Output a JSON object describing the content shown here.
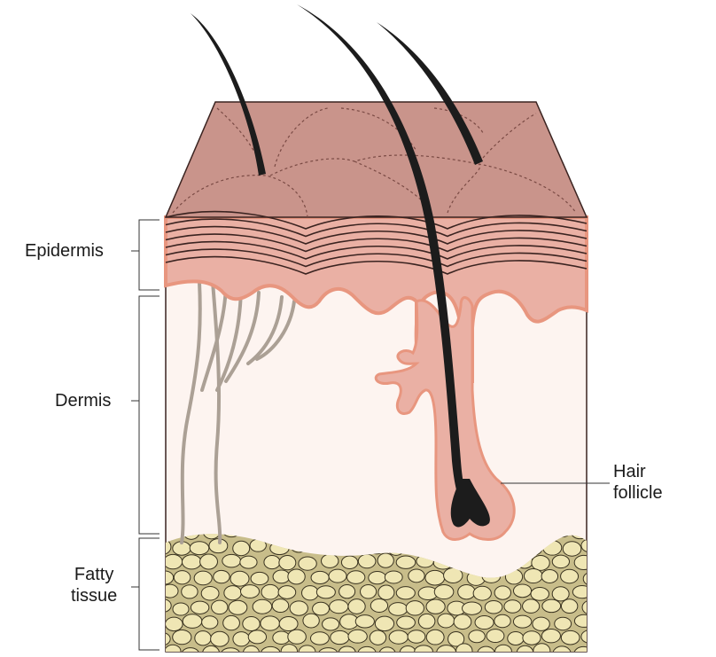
{
  "labels": {
    "epidermis": "Epidermis",
    "dermis": "Dermis",
    "fatty_tissue_line1": "Fatty",
    "fatty_tissue_line2": "tissue",
    "hair_follicle_line1": "Hair",
    "hair_follicle_line2": "follicle"
  },
  "colors": {
    "skin_surface": "#c9948b",
    "epidermis_layers": "#e6aba0",
    "basal_layer": "#eab0a4",
    "basal_edge": "#e8967f",
    "dermis": "#fdf4f0",
    "fat_cell": "#efe6b4",
    "hair": "#1c1c1c",
    "nerve": "#aba095",
    "outline": "#3a2320"
  }
}
